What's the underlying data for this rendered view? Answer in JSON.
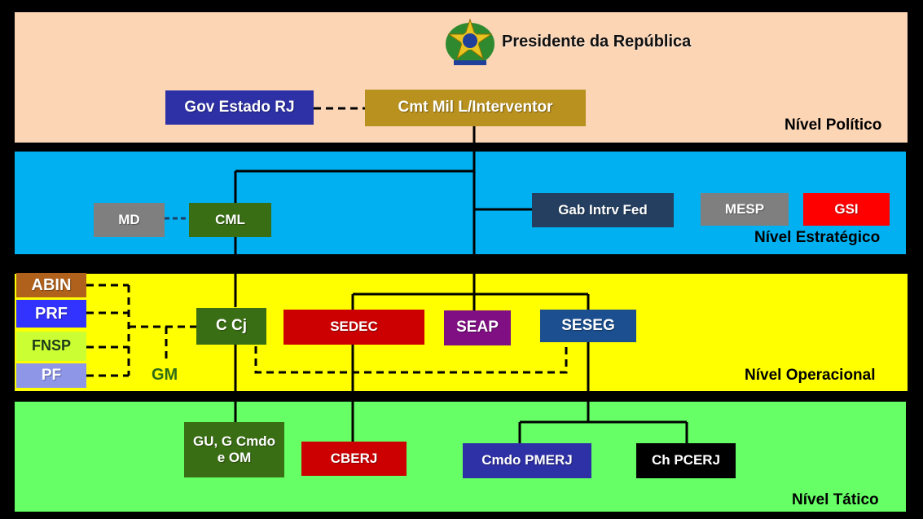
{
  "president": {
    "title": "Presidente da República",
    "emblem_icon": "brazil-coat-of-arms-icon"
  },
  "levels": {
    "politico": "Nível Político",
    "estrategico": "Nível Estratégico",
    "operacional": "Nível Operacional",
    "tatico": "Nível Tático"
  },
  "boxes": {
    "gov_rj": "Gov Estado RJ",
    "interventor": "Cmt Mil L/Interventor",
    "md": "MD",
    "cml": "CML",
    "gab": "Gab Intrv Fed",
    "mesp": "MESP",
    "gsi": "GSI",
    "abin": "ABIN",
    "prf": "PRF",
    "fnsp": "FNSP",
    "pf": "PF",
    "ccj": "C Cj",
    "sedec": "SEDEC",
    "seap": "SEAP",
    "seseg": "SESEG",
    "gu": "GU, G Cmdo\ne OM",
    "cberj": "CBERJ",
    "pmerj": "Cmdo PMERJ",
    "pcerj": "Ch PCERJ"
  },
  "gm_label": "GM",
  "colors": {
    "band_politico": "#fcd5b5",
    "band_estrategico": "#00b0f0",
    "band_operacional": "#ffff00",
    "band_tatico": "#66ff66",
    "blue": "#2e31a6",
    "gold": "#b8911e",
    "gray": "#7f7f7f",
    "green": "#3a6e14",
    "navy": "#243f60",
    "red": "#cc0000",
    "bright_red": "#ff0000",
    "abin": "#b0621c",
    "prf": "#3333ff",
    "fnsp": "#ccff33",
    "pf": "#8e96e8",
    "purple": "#7f0f82",
    "dark_blue": "#1b4f8f",
    "black": "#000000"
  }
}
